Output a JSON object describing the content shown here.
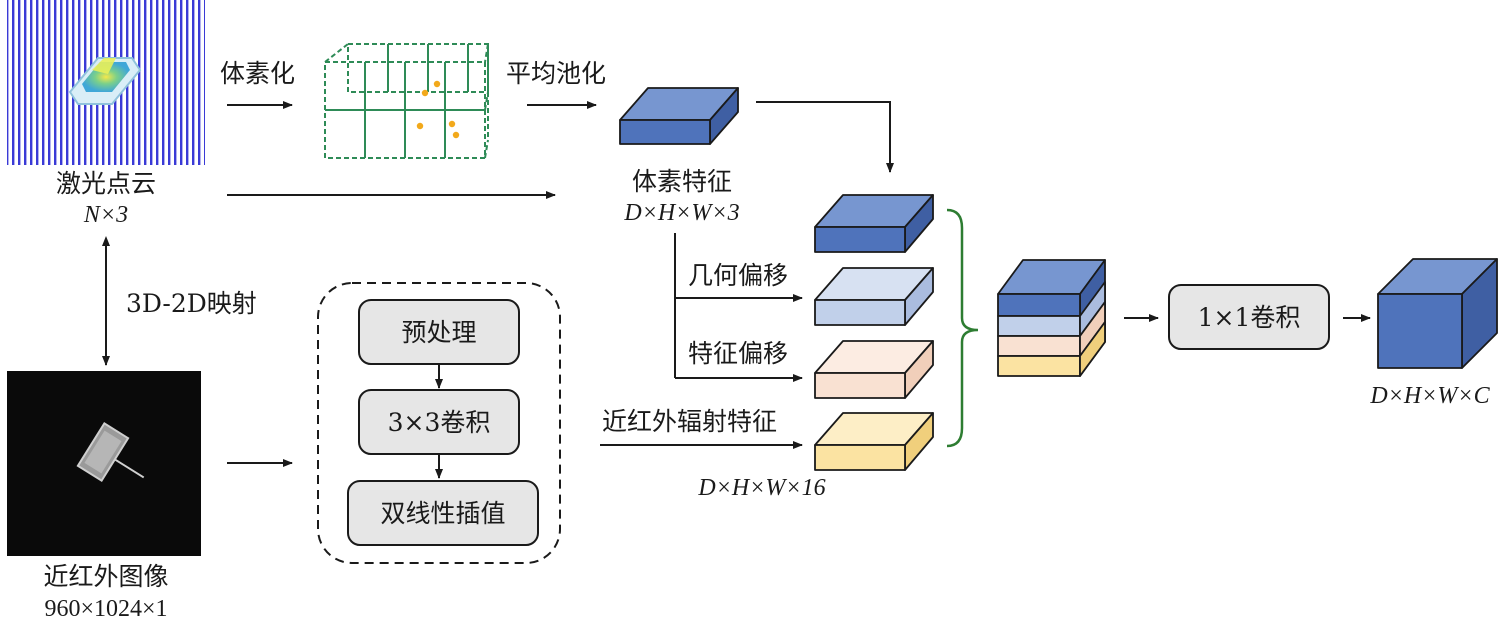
{
  "colors": {
    "voxel_blue": "#4f73bb",
    "geo_light_blue": "#c1d0ea",
    "feat_peach": "#f9e1d2",
    "nir_yellow": "#fbe3a2",
    "grid_green": "#2e8b57",
    "point_orange": "#f2a91b",
    "box_gray": "#e6e6e6",
    "brace_green": "#2e7d32"
  },
  "inputs": {
    "point_cloud": {
      "title": "激光点云",
      "dims": "N×3"
    },
    "nir_image": {
      "title": "近红外图像",
      "dims": "960×1024×1"
    },
    "mapping_label": "3D-2D映射"
  },
  "voxel_branch": {
    "step1": "体素化",
    "step2": "平均池化",
    "feature_title": "体素特征",
    "feature_dims": "D×H×W×3",
    "geo_offset": "几何偏移",
    "feat_offset": "特征偏移"
  },
  "image_branch": {
    "steps": [
      "预处理",
      "3×3卷积",
      "双线性插值"
    ],
    "output_label": "近红外辐射特征",
    "output_dims": "D×H×W×16"
  },
  "fusion": {
    "conv_label": "1×1卷积",
    "output_dims": "D×H×W×C"
  }
}
